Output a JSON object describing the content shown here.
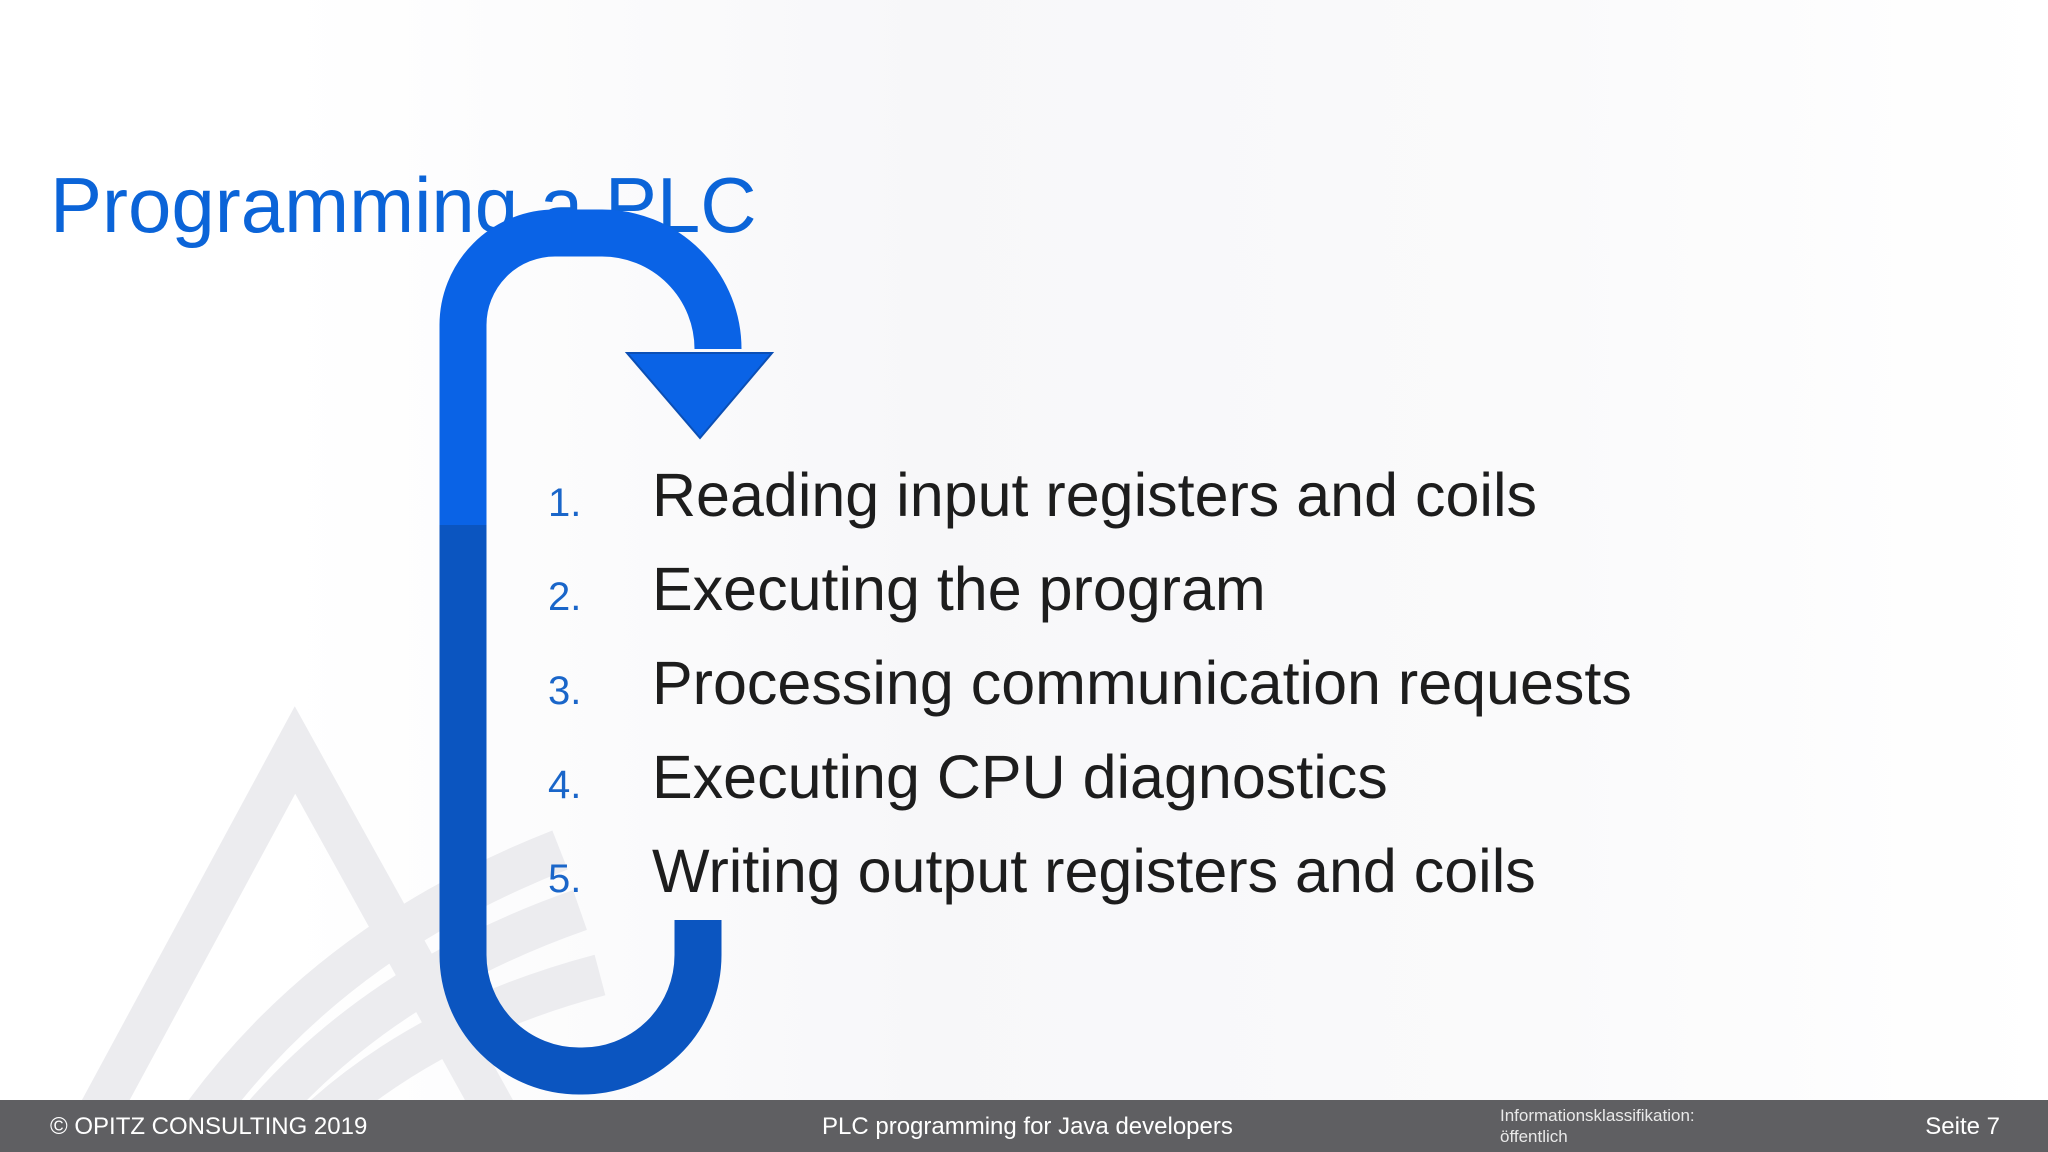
{
  "slide": {
    "title": "Programming a PLC",
    "steps": [
      {
        "number": "1.",
        "text": "Reading input registers and coils"
      },
      {
        "number": "2.",
        "text": "Executing the program"
      },
      {
        "number": "3.",
        "text": "Processing communication requests"
      },
      {
        "number": "4.",
        "text": "Executing CPU diagnostics"
      },
      {
        "number": "5.",
        "text": "Writing output registers and coils"
      }
    ]
  },
  "footer": {
    "copyright": "© OPITZ CONSULTING 2019",
    "presentation": "PLC programming for Java developers",
    "classification_label": "Informationsklassifikation:",
    "classification_value": "öffentlich",
    "page": "Seite 7"
  },
  "colors": {
    "title": "#0b64d8",
    "arrow_top": "#0a63e6",
    "arrow_bottom": "#0b55c0",
    "footer_background": "#5f5f62"
  },
  "icons": {
    "cycle_arrow": "loop-arrow-icon",
    "background_logo": "watermark-logo-icon"
  }
}
